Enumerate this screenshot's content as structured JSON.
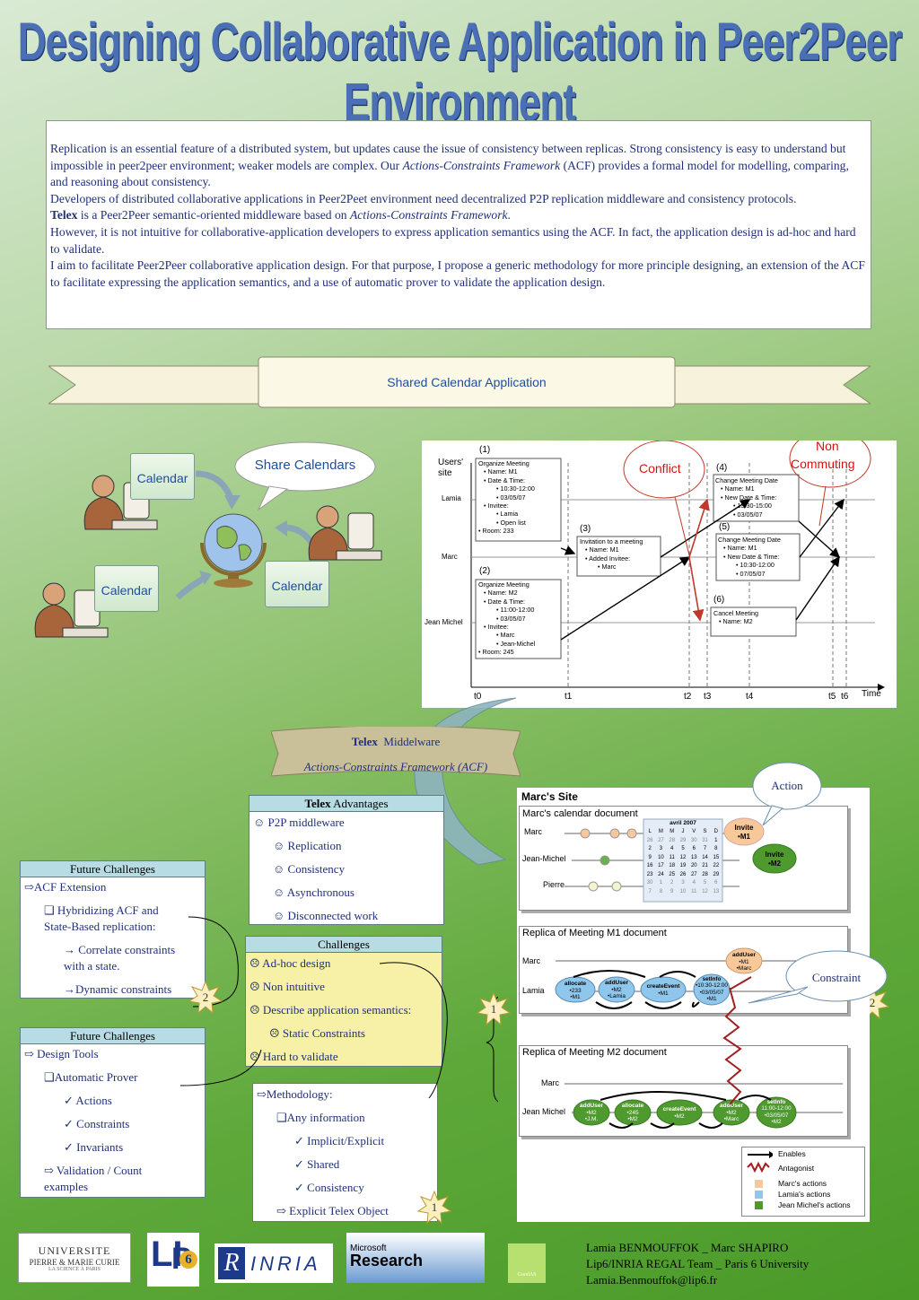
{
  "title": "Designing Collaborative Application in Peer2Peer Environment",
  "intro": {
    "p1a": "Replication is an essential feature of a distributed system, but updates cause the issue of consistency between replicas. Strong consistency is easy to understand but impossible in peer2peer environment; weaker models are complex. Our ",
    "p1em": "Actions-Constraints Framework",
    "p1b": " (ACF) provides a formal model for modelling, comparing, and reasoning about consistency.",
    "p2": "Developers of distributed collaborative applications in Peer2Peet environment need decentralized P2P replication middleware and consistency protocols.",
    "p3bold": "Telex",
    "p3a": " is a Peer2Peer semantic-oriented middleware based on ",
    "p3em": "Actions-Constraints Framework",
    "p3b": ".",
    "p4": "However, it is not intuitive for collaborative-application developers to express application semantics using the ACF.  In fact, the application design is ad-hoc and hard to validate.",
    "p5": "I aim to facilitate Peer2Peer collaborative application design. For that purpose, I propose a generic methodology for more principle designing, an extension of the ACF to facilitate expressing the application semantics, and a use of automatic prover to validate the application design."
  },
  "banner": "Shared Calendar Application",
  "share": {
    "bubble": "Share Calendars",
    "cal1": "Calendar",
    "cal2": "Calendar",
    "cal3": "Calendar"
  },
  "timeline": {
    "ylabel1": "Users'",
    "ylabel2": "site",
    "users": [
      "Lamia",
      "Marc",
      "Jean Michel"
    ],
    "ticks": [
      "t0",
      "t1",
      "t2",
      "t3",
      "t4",
      "t5",
      "t6"
    ],
    "time_label": "Time",
    "conflict": "Conflict",
    "noncommuting1": "Non",
    "noncommuting2": "Commuting",
    "n1": "(1)",
    "n2": "(2)",
    "n3": "(3)",
    "n4": "(4)",
    "n5": "(5)",
    "n6": "(6)",
    "b1": [
      "Organize Meeting",
      "•  Name: M1",
      "•  Date & Time:",
      "•  10:30-12:00",
      "•  03/05/07",
      "•  Invitee:",
      "•  Lamia",
      "•  Open list",
      "•    Room: 233"
    ],
    "b2": [
      "Organize Meeting",
      "•  Name: M2",
      "•  Date & Time:",
      "•  11:00-12:00",
      "•  03/05/07",
      "•  Invitee:",
      "•  Marc",
      "•  Jean-Michel",
      "•    Room: 245"
    ],
    "b3": [
      "Invitation to a meeting",
      "•  Name: M1",
      "•  Added Invitee:",
      "•  Marc"
    ],
    "b4": [
      "Change Meeting Date",
      "•  Name: M1",
      "•  New Date & Time:",
      "•  13:30-15:00",
      "•  03/05/07"
    ],
    "b5": [
      "Change Meeting Date",
      "•  Name: M1",
      "•  New Date & Time:",
      "•  10:30-12:00",
      "•  07/05/07"
    ],
    "b6": [
      "Cancel Meeting",
      "•  Name: M2"
    ]
  },
  "telex_mw": {
    "bold": "Telex",
    "rest": "Middelware",
    "acf": "Actions-Constraints Framework (ACF)"
  },
  "advantages": {
    "head_bold": "Telex",
    "head_rest": " Advantages",
    "items": [
      "☺ P2P middleware",
      "☺ Replication",
      "☺ Consistency",
      "☺ Asynchronous",
      "☺ Disconnected work"
    ]
  },
  "challenges": {
    "head": "Challenges",
    "items": [
      "☹ Ad-hoc design",
      "☹ Non intuitive",
      "☹ Describe application semantics:",
      "☹ Static Constraints",
      "☹ Hard to validate"
    ]
  },
  "methodology": {
    "items": [
      "⇨Methodology:",
      "❑Any information",
      "✓ Implicit/Explicit",
      "✓ Shared",
      "✓ Consistency",
      "⇨ Explicit Telex Object"
    ]
  },
  "future1": {
    "head": "Future Challenges",
    "items": [
      "⇨ACF Extension",
      "❑ Hybridizing ACF and",
      "State-Based replication:",
      "→ Correlate constraints",
      "with a state.",
      "→Dynamic constraints"
    ]
  },
  "future2": {
    "head": "Future Challenges",
    "items": [
      "⇨ Design Tools",
      "❑Automatic Prover",
      "✓ Actions",
      "✓ Constraints",
      "✓ Invariants",
      "⇨ Validation / Count",
      "examples"
    ]
  },
  "stars": {
    "s1": "2",
    "s2": "1",
    "s3": "1",
    "s4": "2"
  },
  "marc": {
    "title": "Marc's Site",
    "action_callout": "Action",
    "constraint_callout": "Constraint",
    "cal_doc": "Marc's calendar document",
    "rows1": [
      "Marc",
      "Jean-Michel",
      "Pierre"
    ],
    "cal_header": "avril 2007",
    "cal_days": [
      "L",
      "M",
      "M",
      "J",
      "V",
      "S",
      "D"
    ],
    "cal_nums": [
      "26",
      "27",
      "28",
      "29",
      "30",
      "31",
      "1",
      "2",
      "3",
      "4",
      "5",
      "6",
      "7",
      "8",
      "9",
      "10",
      "11",
      "12",
      "13",
      "14",
      "15",
      "16",
      "17",
      "18",
      "19",
      "20",
      "21",
      "22",
      "23",
      "24",
      "25",
      "26",
      "27",
      "28",
      "29",
      "30",
      "1",
      "2",
      "3",
      "4",
      "5",
      "6",
      "7",
      "8",
      "9",
      "10",
      "11",
      "12",
      "13"
    ],
    "invite1": [
      "Invite",
      "•M1"
    ],
    "invite2": [
      "Invite",
      "•M2"
    ],
    "r1_title": "Replica of Meeting M1 document",
    "r1_rows": [
      "Marc",
      "Lamia"
    ],
    "r1_nodes": [
      [
        "allocate",
        "•233",
        "•M1"
      ],
      [
        "addUser",
        "•M2",
        "•Lamia"
      ],
      [
        "createEvent",
        "•M1"
      ],
      [
        "setInfo",
        "•10:30-12:00",
        "•03/05/07",
        "•M1"
      ],
      [
        "addUser",
        "•M1",
        "•Marc"
      ]
    ],
    "r2_title": "Replica of Meeting M2 document",
    "r2_rows": [
      "Marc",
      "Jean Michel"
    ],
    "r2_nodes": [
      [
        "addUser",
        "•M2",
        "•J.M."
      ],
      [
        "allocate",
        "•245",
        "•M2"
      ],
      [
        "createEvent",
        "•M2"
      ],
      [
        "addUser",
        "•M2",
        "•Marc"
      ],
      [
        "setInfo",
        "11:00-12:00",
        "•03/05/07",
        "•M2"
      ]
    ],
    "legend": [
      "Enables",
      "Antagonist",
      "Marc's actions",
      "Lamia's actions",
      "Jean Michel's actions"
    ]
  },
  "logos": {
    "upmc1": "UNIVERSITE",
    "upmc2": "PIERRE & MARIE CURIE",
    "upmc3": "LA SCIENCE À PARIS",
    "lip6a": "LI",
    "lip6b": "P",
    "lip6c": "6",
    "inria": "INRIA",
    "ms1": "Microsoft",
    "ms2": "Research",
    "gooda": "GoodAS"
  },
  "author": {
    "line1": "Lamia BENMOUFFOK  _  Marc SHAPIRO",
    "line2": "Lip6/INRIA REGAL Team _ Paris 6 University",
    "line3": "Lamia.Benmouffok@lip6.fr"
  },
  "colors": {
    "marc": "#f9c89a",
    "lamia": "#8ec6ec",
    "jean_michel": "#4e9a2e",
    "title": "#4a6fb5"
  }
}
